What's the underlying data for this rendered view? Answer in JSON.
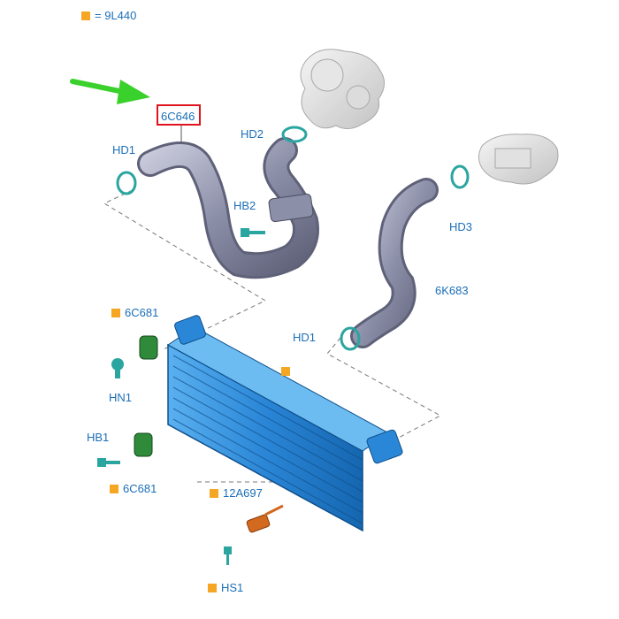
{
  "title_code": "9L440",
  "title_prefix": "= ",
  "colors": {
    "label": "#1b6fb8",
    "marker": "#f5a623",
    "highlight_box": "#e0141e",
    "arrow": "#3ad12c",
    "hose": "#8c8fa8",
    "cooler": "#2a86d6",
    "sensor": "#d2691e"
  },
  "labels": {
    "hose_main": "6C646",
    "hd2": "HD2",
    "hd1_top": "HD1",
    "hb2": "HB2",
    "hd3": "HD3",
    "hose_right": "6K683",
    "hd1_right": "HD1",
    "mount_top": "6C681",
    "hn1": "HN1",
    "hb1": "HB1",
    "mount_bottom": "6C681",
    "sensor": "12A697",
    "hs1": "HS1"
  }
}
